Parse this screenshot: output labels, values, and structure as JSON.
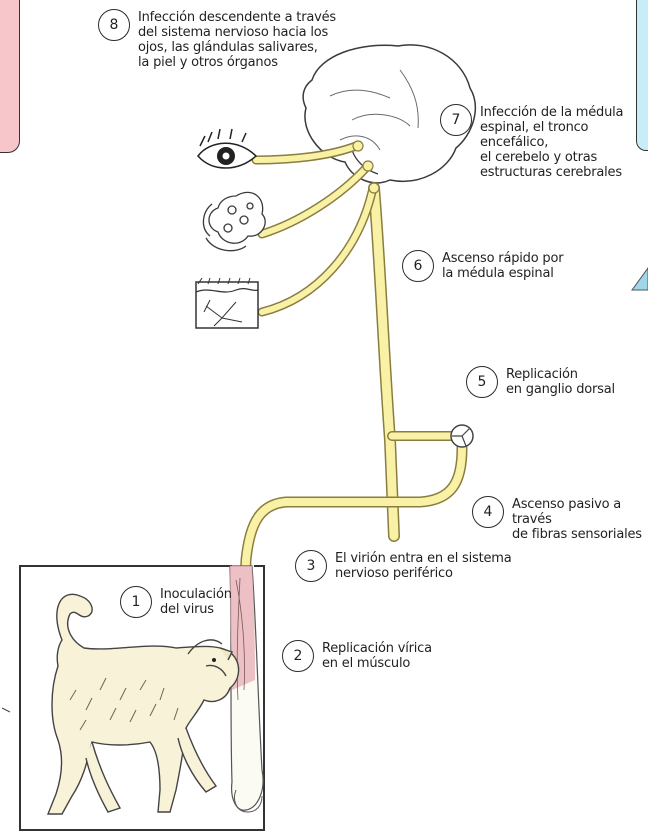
{
  "colors": {
    "nerve_fill": "#f8f1a6",
    "nerve_stroke": "#8a7d3e",
    "left_panel": "#f6c6cb",
    "right_panel": "#c7eef6",
    "right_triangle": "#9fd6ea",
    "muscle_pink": "#e9b1b8"
  },
  "icons": {
    "eye": "eye-icon",
    "gland": "salivary-gland-icon",
    "skin": "skin-section-icon",
    "brain": "brain-icon",
    "ganglion": "dorsal-ganglion-icon",
    "dog": "dog-illustration",
    "leg": "human-leg-illustration"
  },
  "steps": [
    {
      "number": "8",
      "text": "Infección descendente a través\ndel sistema nervioso hacia los\nojos, las glándulas salivares,\nla piel y otros órganos"
    },
    {
      "number": "7",
      "text": "Infección de la médula\nespinal, el tronco encefálico,\nel cerebelo y otras\nestructuras cerebrales"
    },
    {
      "number": "6",
      "text": "Ascenso rápido por\nla médula espinal"
    },
    {
      "number": "5",
      "text": "Replicación\nen ganglio dorsal"
    },
    {
      "number": "4",
      "text": "Ascenso pasivo a través\nde fibras sensoriales"
    },
    {
      "number": "3",
      "text": "El virión entra en el sistema\nnervioso periférico"
    },
    {
      "number": "1",
      "text": "Inoculación\ndel virus"
    },
    {
      "number": "2",
      "text": "Replicación vírica\nen el músculo"
    }
  ]
}
